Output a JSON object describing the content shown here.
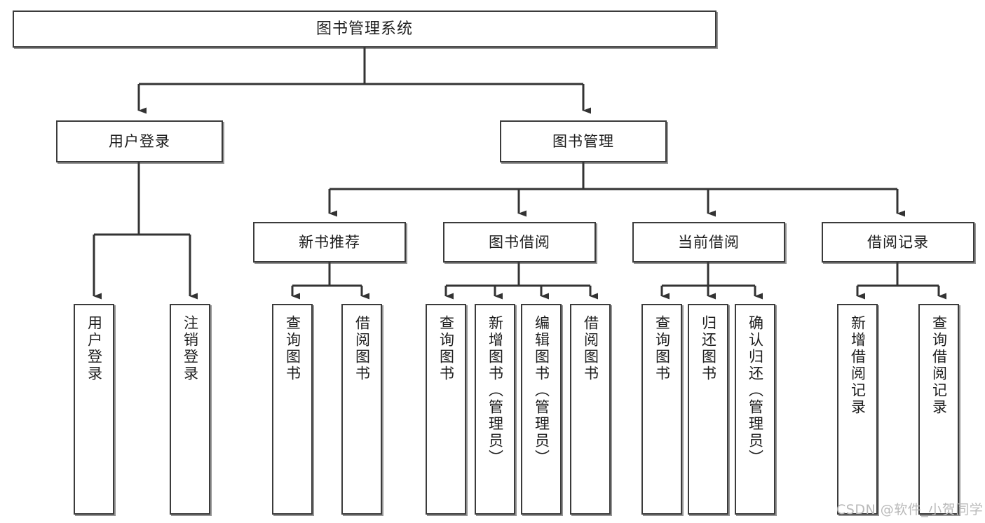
{
  "diagram": {
    "title": "图书管理系统",
    "type": "tree-hierarchy",
    "watermark": "CSDN @软件_小贺同学",
    "colors": {
      "border": "#3b3b3b",
      "background": "#ffffff",
      "text": "#1d1d1d",
      "connector": "#333333",
      "watermark": "#b9b9b9"
    }
  },
  "nodes": {
    "root": {
      "label": "图书管理系统"
    },
    "level2": [
      {
        "id": "user-login",
        "label": "用户登录"
      },
      {
        "id": "book-management",
        "label": "图书管理"
      }
    ],
    "level3": [
      {
        "id": "new-book-recommend",
        "label": "新书推荐"
      },
      {
        "id": "book-borrow",
        "label": "图书借阅"
      },
      {
        "id": "current-borrow",
        "label": "当前借阅"
      },
      {
        "id": "borrow-record",
        "label": "借阅记录"
      }
    ],
    "leaves": {
      "user_login": [
        {
          "id": "leaf-user-login",
          "label": "用户登录"
        },
        {
          "id": "leaf-logout-login",
          "label": "注销登录"
        }
      ],
      "new_book_recommend": [
        {
          "id": "leaf-query-book-1",
          "label": "查询图书"
        },
        {
          "id": "leaf-borrow-book-1",
          "label": "借阅图书"
        }
      ],
      "book_borrow": [
        {
          "id": "leaf-query-book-2",
          "label": "查询图书"
        },
        {
          "id": "leaf-add-book",
          "label": "新增图书（管理员）"
        },
        {
          "id": "leaf-edit-book",
          "label": "编辑图书（管理员）"
        },
        {
          "id": "leaf-borrow-book-2",
          "label": "借阅图书"
        }
      ],
      "current_borrow": [
        {
          "id": "leaf-query-book-3",
          "label": "查询图书"
        },
        {
          "id": "leaf-return-book",
          "label": "归还图书"
        },
        {
          "id": "leaf-confirm-return",
          "label": "确认归还（管理员）"
        }
      ],
      "borrow_record": [
        {
          "id": "leaf-add-record",
          "label": "新增借阅记录"
        },
        {
          "id": "leaf-query-record",
          "label": "查询借阅记录"
        }
      ]
    }
  }
}
